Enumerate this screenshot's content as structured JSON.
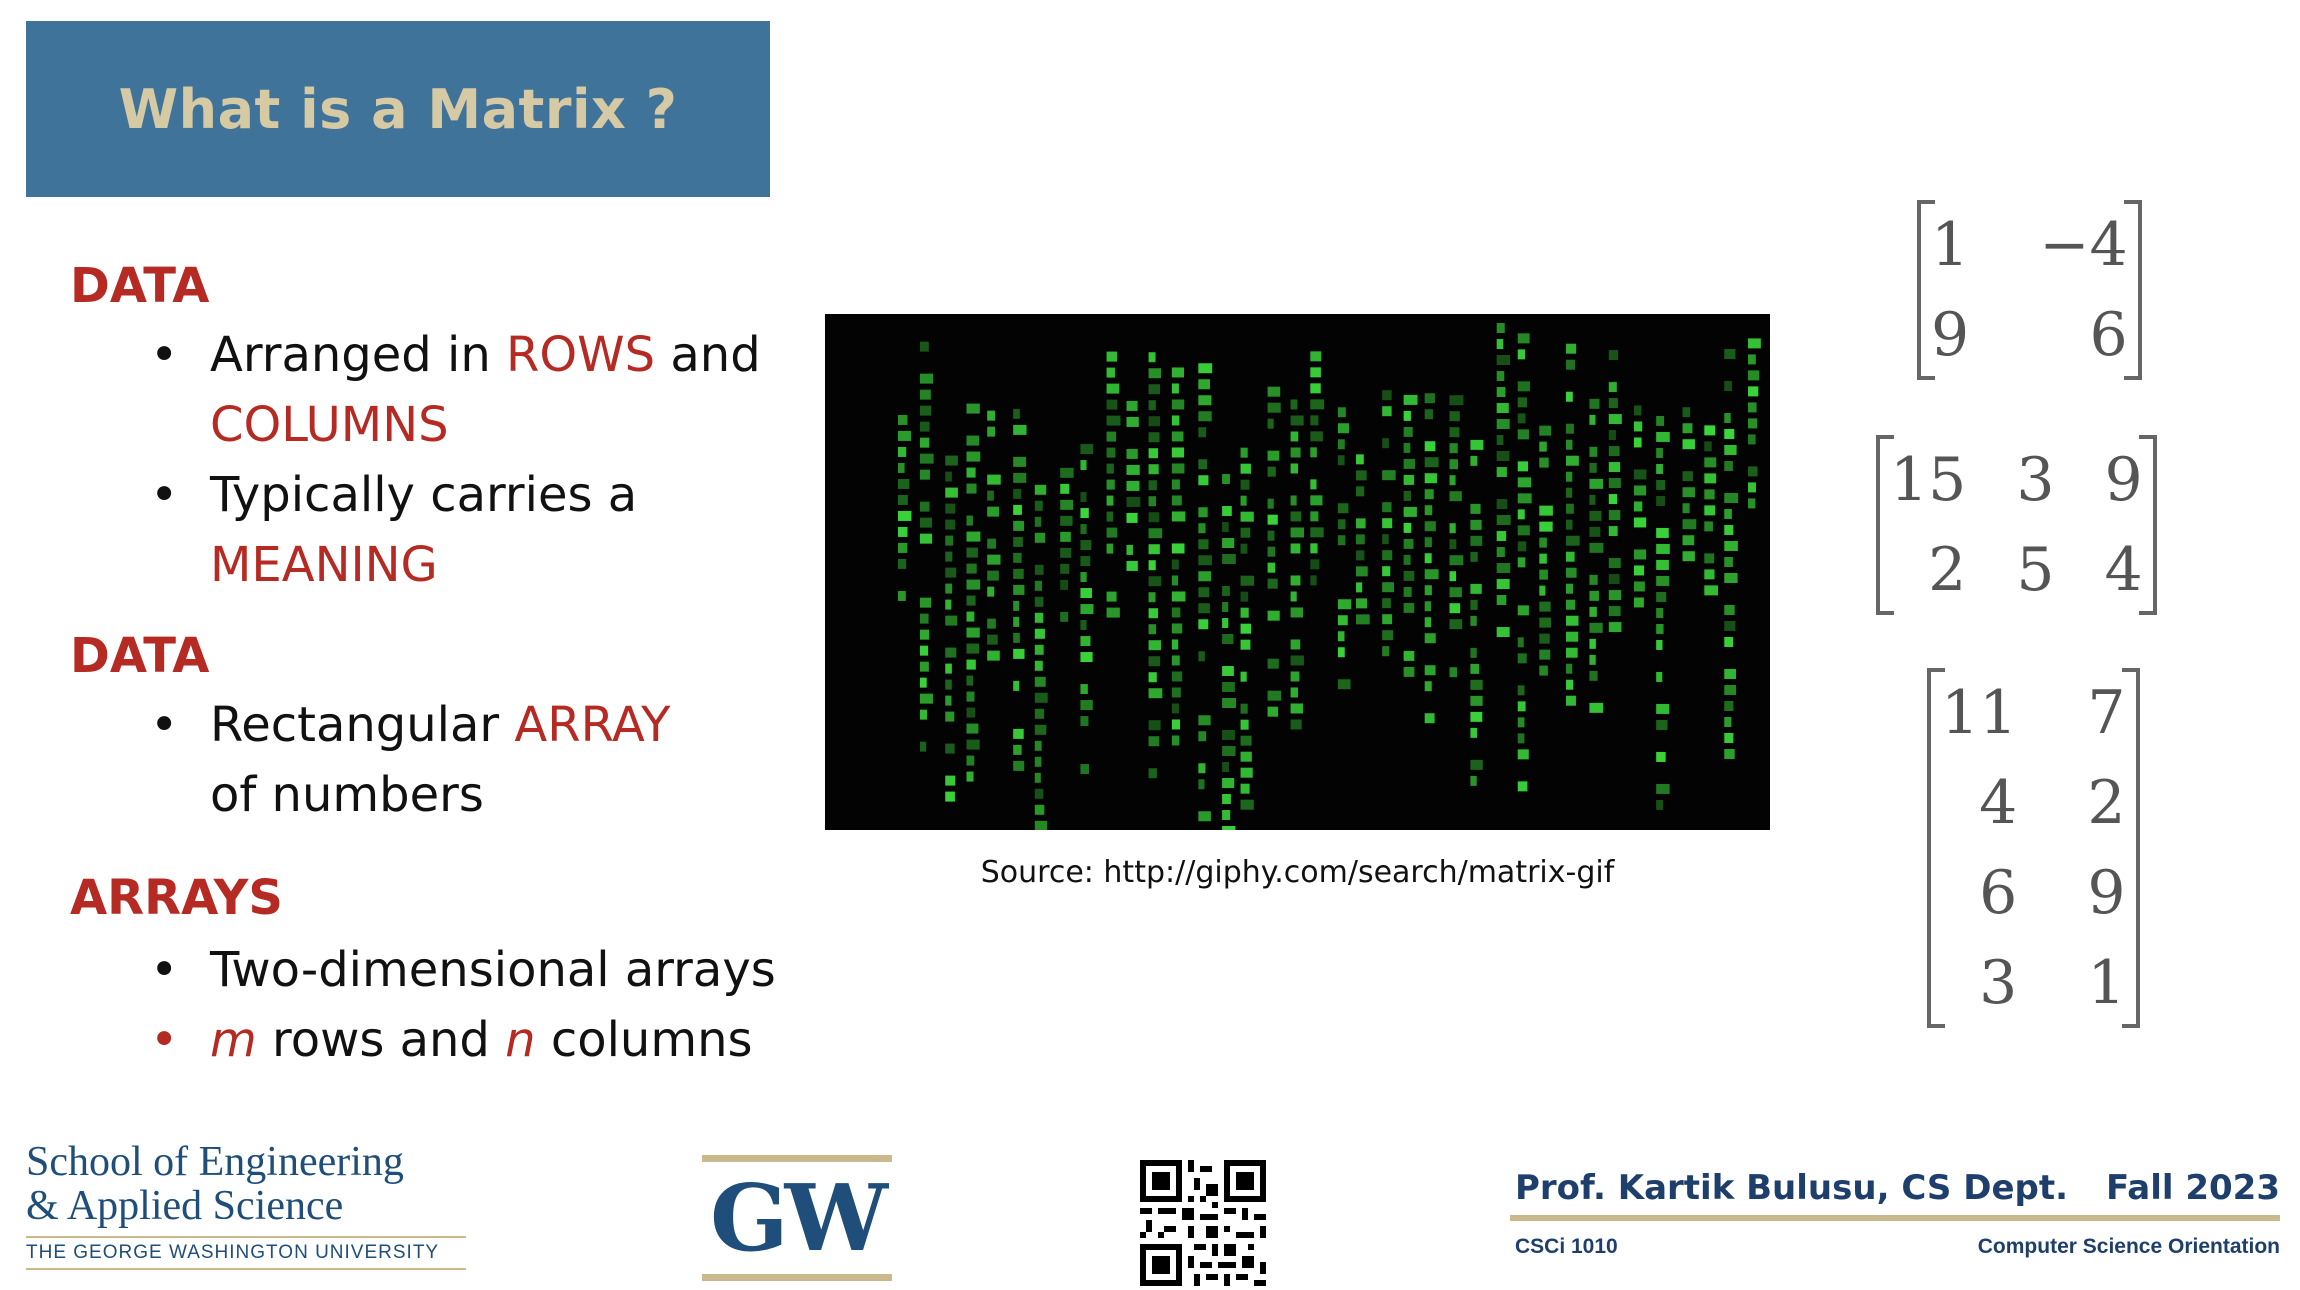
{
  "title": "What is a Matrix ?",
  "sections": [
    {
      "heading": "DATA",
      "bullets": [
        {
          "line1_a": "Arranged in ",
          "line1_b": "ROWS",
          "line1_c": " and",
          "line2": "COLUMNS"
        },
        {
          "line1": "Typically carries a",
          "line2": "MEANING"
        }
      ]
    },
    {
      "heading": "DATA",
      "bullets": [
        {
          "line1_a": "Rectangular ",
          "line1_b": "ARRAY",
          "line2": "of numbers"
        }
      ]
    },
    {
      "heading": "ARRAYS",
      "bullets": [
        {
          "line1": "Two-dimensional arrays"
        },
        {
          "m": "m",
          "mid": " rows and ",
          "n": "n",
          "end": " columns"
        }
      ]
    }
  ],
  "image": {
    "caption": "Source: http://giphy.com/search/matrix-gif"
  },
  "matrices": [
    {
      "rows": [
        [
          "1",
          "−4"
        ],
        [
          "9",
          "6"
        ]
      ]
    },
    {
      "rows": [
        [
          "15",
          "3",
          "9"
        ],
        [
          "2",
          "5",
          "4"
        ]
      ]
    },
    {
      "rows": [
        [
          "11",
          "7"
        ],
        [
          "4",
          "2"
        ],
        [
          "6",
          "9"
        ],
        [
          "3",
          "1"
        ]
      ]
    }
  ],
  "footer": {
    "school_line1": "School of Engineering",
    "school_line2": "& Applied Science",
    "university": "THE GEORGE WASHINGTON UNIVERSITY",
    "logo_text": "GW",
    "professor": "Prof. Kartik Bulusu, CS Dept.",
    "term": "Fall 2023",
    "course": "CSCi 1010",
    "course_name": "Computer Science Orientation"
  }
}
